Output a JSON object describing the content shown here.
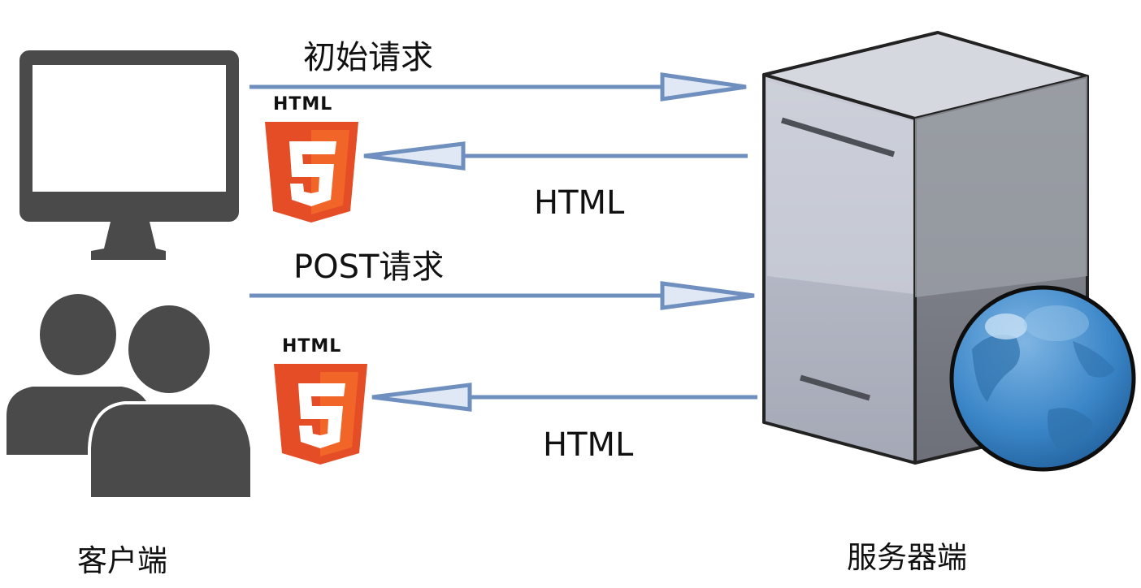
{
  "labels": {
    "initial_request": "初始请求",
    "html_response_1": "HTML",
    "post_request": "POST请求",
    "html_response_2": "HTML",
    "client": "客户端",
    "server": "服务器端"
  },
  "badges": {
    "badge_1_text": "HTML",
    "badge_2_text": "HTML"
  },
  "colors": {
    "arrow": "#6f8fbf",
    "arrow_fill": "#dfe8f4",
    "icon_dark": "#4a4a4a",
    "html5_orange": "#e44d26",
    "html5_light": "#f16529",
    "globe_blue": "#3b86c8"
  },
  "icons": {
    "monitor": "monitor-icon",
    "users": "users-icon",
    "server": "server-icon",
    "globe": "globe-icon",
    "html5": "html5-icon"
  }
}
